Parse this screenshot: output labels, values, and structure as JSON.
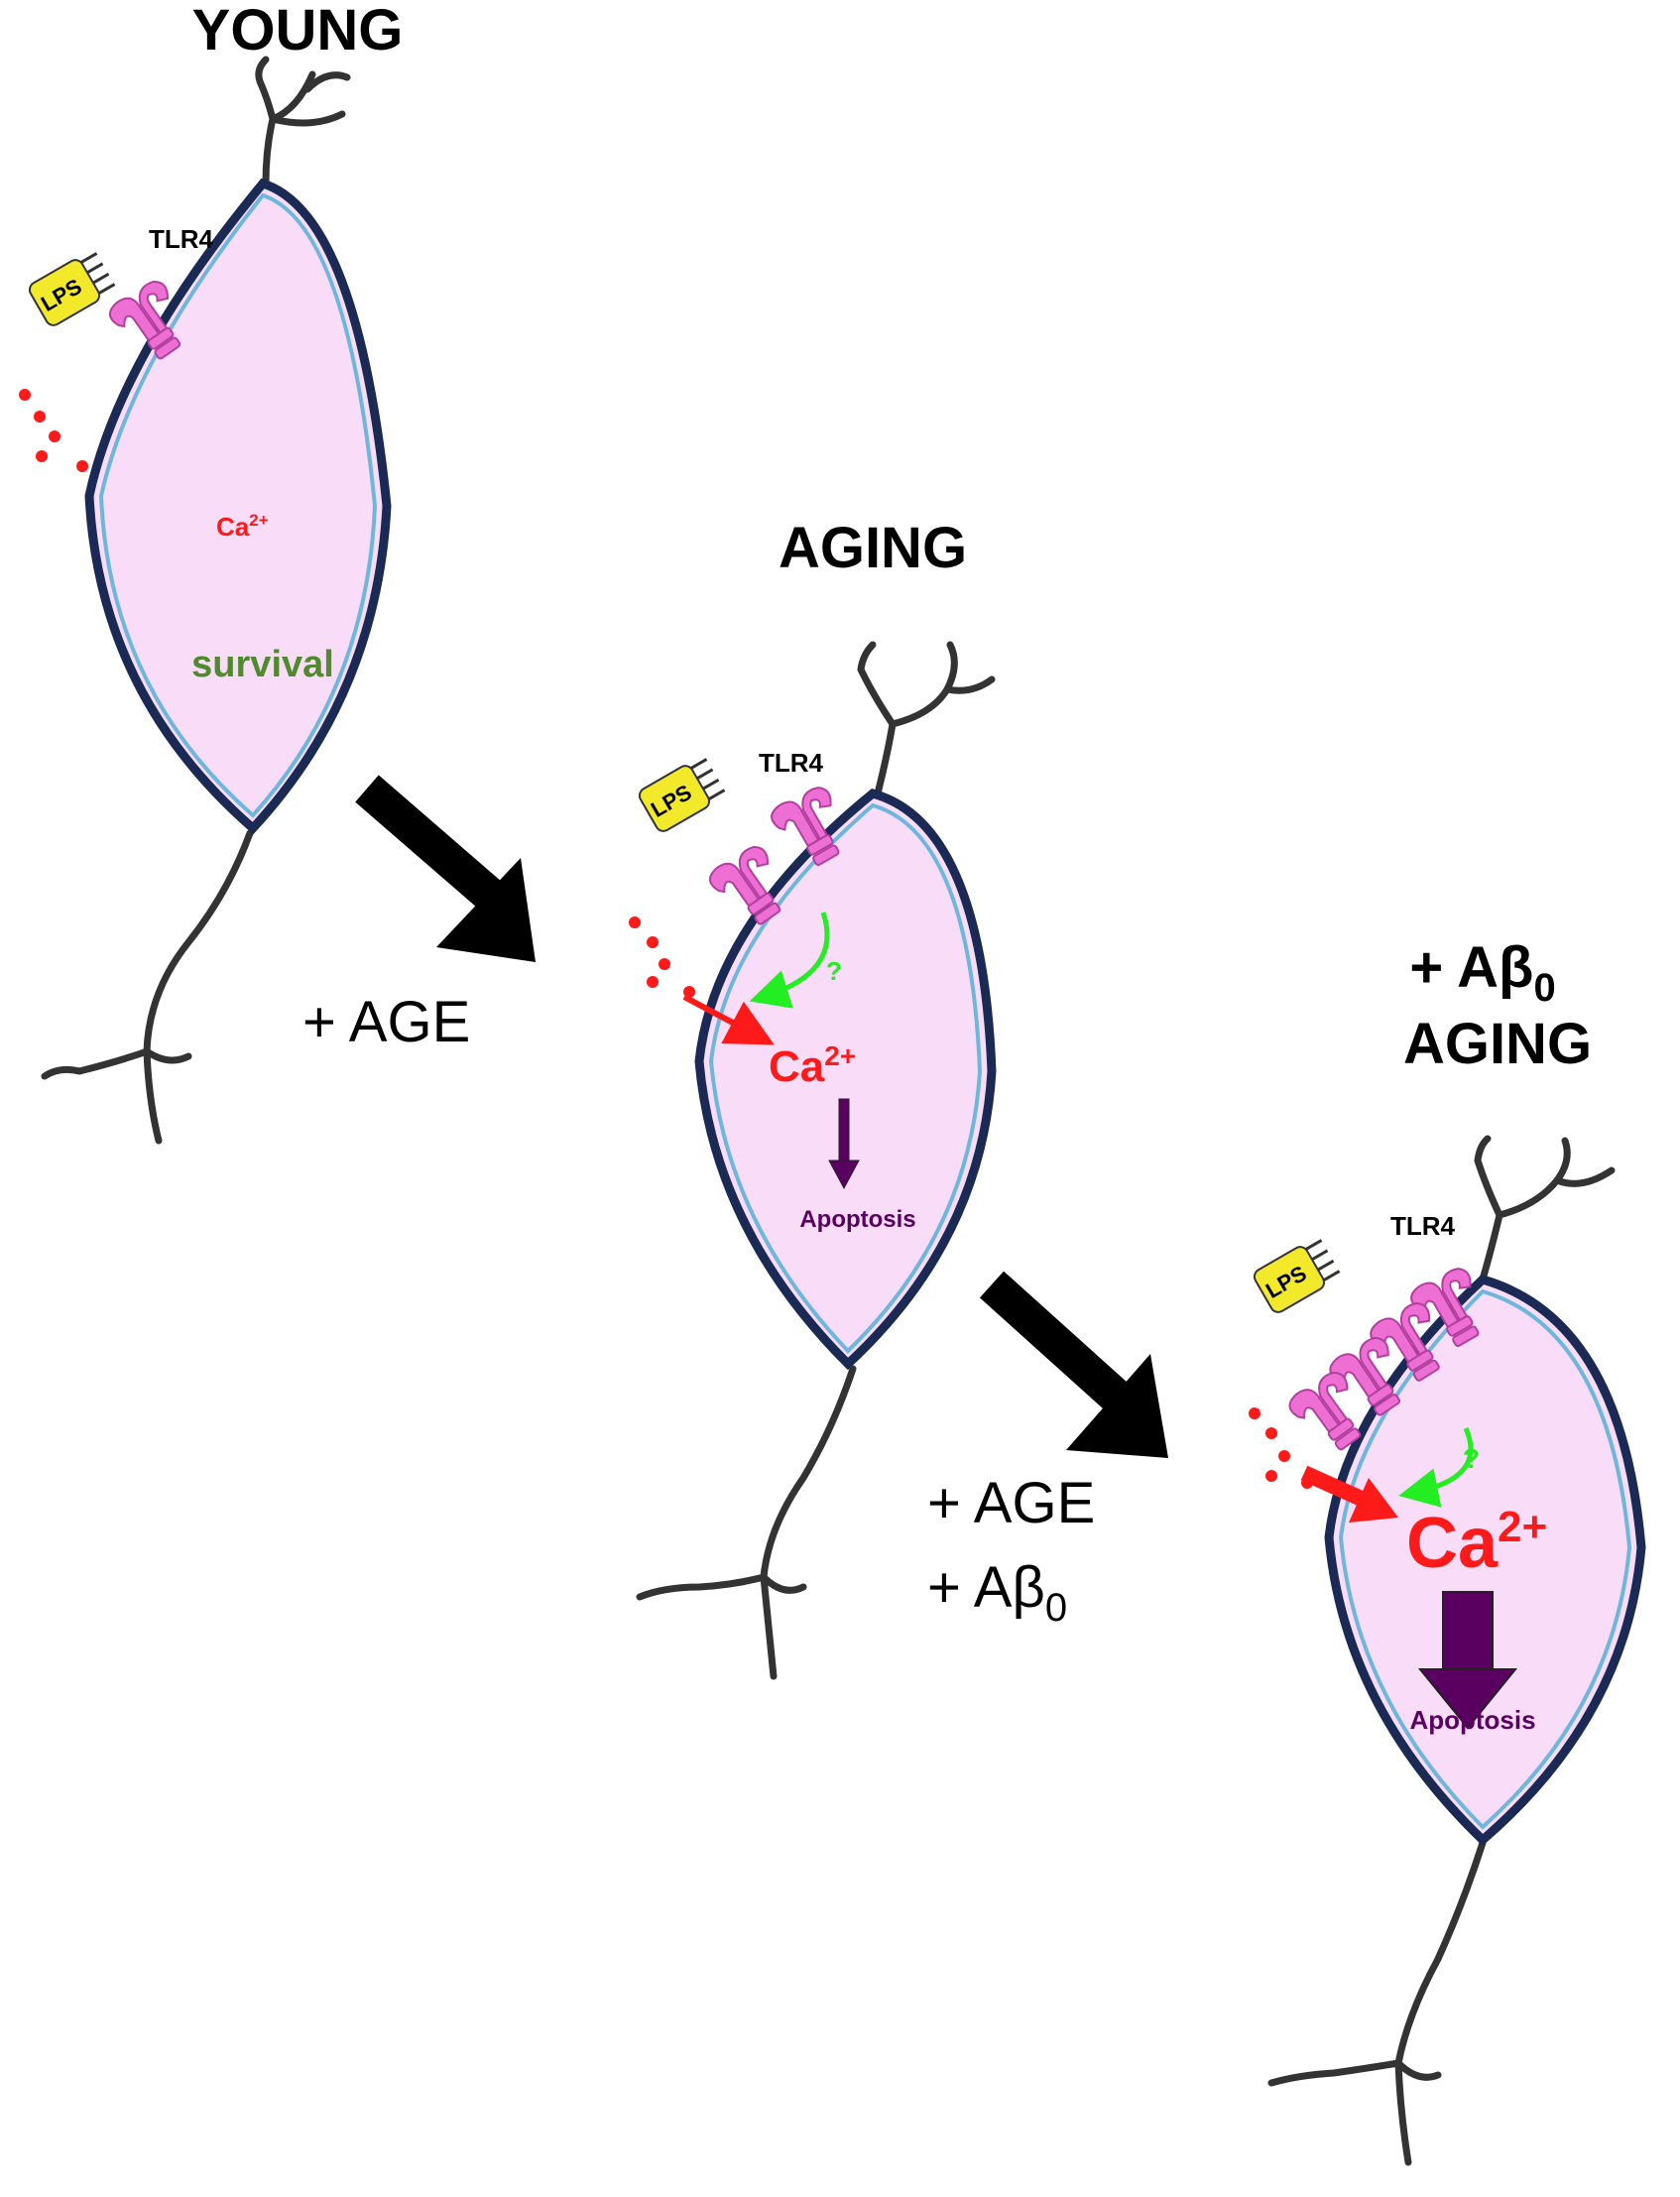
{
  "colors": {
    "cell_fill": "#f8dcf8",
    "cell_outline": "#1b2a55",
    "cell_inner_ring": "#6db7dd",
    "receptor": "#ee6fd4",
    "receptor_dark": "#b23fa0",
    "lps_badge": "#f2e92b",
    "calcium": "#ff1a1a",
    "feedback_arrow": "#22ee22",
    "apoptosis": "#5a0060",
    "survival": "#4f8a2c",
    "dendrite": "#333333"
  },
  "stages": [
    {
      "title": "YOUNG",
      "receptor_label": "TLR4",
      "lps_label": "LPS",
      "calcium_label": {
        "base": "Ca",
        "sup": "2+"
      },
      "outcome_label": "survival",
      "feedback_mark": "",
      "receptor_count": 1
    },
    {
      "title": "AGING",
      "receptor_label": "TLR4",
      "lps_label": "LPS",
      "calcium_label": {
        "base": "Ca",
        "sup": "2+"
      },
      "outcome_label": "Apoptosis",
      "feedback_mark": "?",
      "receptor_count": 2
    },
    {
      "title_line1": {
        "prefix": "+ Aβ",
        "sub": "0"
      },
      "title": "AGING",
      "receptor_label": "TLR4",
      "lps_label": "LPS",
      "calcium_label": {
        "base": "Ca",
        "sup": "2+"
      },
      "outcome_label": "Apoptosis",
      "feedback_mark": "?",
      "receptor_count": 4
    }
  ],
  "transitions": [
    {
      "line1": "+ AGE"
    },
    {
      "line1": "+ AGE",
      "line2": {
        "prefix": "+ Aβ",
        "sub": "0"
      }
    }
  ]
}
